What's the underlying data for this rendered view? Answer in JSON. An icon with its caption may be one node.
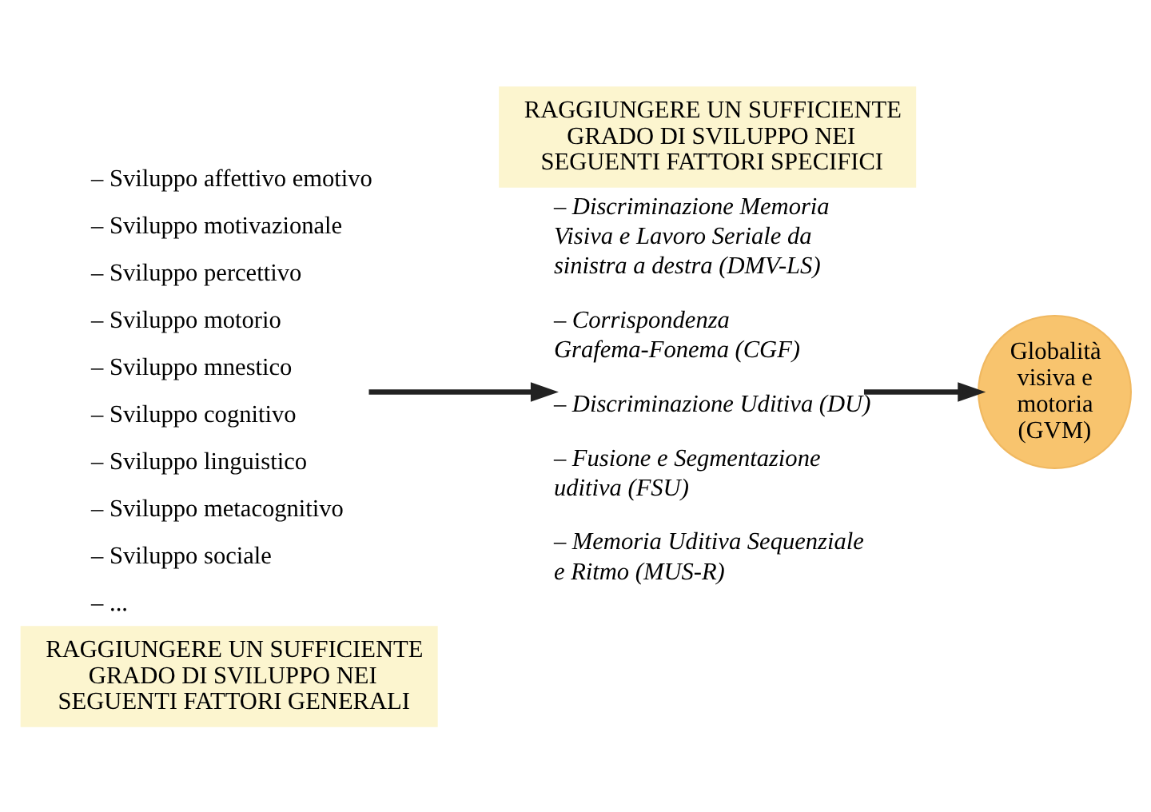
{
  "diagram": {
    "nodes": [
      {
        "text": [
          "RAGGIUNGERE UN SUFFICIENTE GRADO DI SVILUPPO NEI SEGUENTI FATTORI GENERALI"
        ]
      },
      {
        "text": [
          "– Sviluppo affettivo emotivo",
          "– Sviluppo motivazionale",
          "– Sviluppo percettivo",
          "– Sviluppo motorio",
          "– Sviluppo mnestico",
          "– Sviluppo cognitivo",
          "– Sviluppo linguistico",
          "– Sviluppo metacognitivo",
          "– Sviluppo sociale",
          "– ..."
        ]
      },
      {
        "text": [
          "RAGGIUNGERE UN SUFFICIENTE GRADO DI SVILUPPO NEI SEGUENTI FATTORI SPECIFICI"
        ]
      },
      {
        "text": [
          "– Discriminazione Memoria Visiva e Lavoro Seriale da sinistra a destra (DMV-LS)",
          "– Corrispondenza Grafema-Fonema (CGF)",
          "– Discriminazione Uditiva (DU)",
          "– Fusione e Segmentazione uditiva (FSU)",
          "– Memoria Uditiva Sequenziale e Ritmo (MUS-R)"
        ]
      },
      {
        "text": [
          "Globalità visiva e motoria (GVM)"
        ]
      }
    ],
    "edges": [
      {
        "from": 1,
        "to": 3,
        "arrow": "to"
      },
      {
        "from": 3,
        "to": 4,
        "arrow": "to"
      }
    ]
  }
}
